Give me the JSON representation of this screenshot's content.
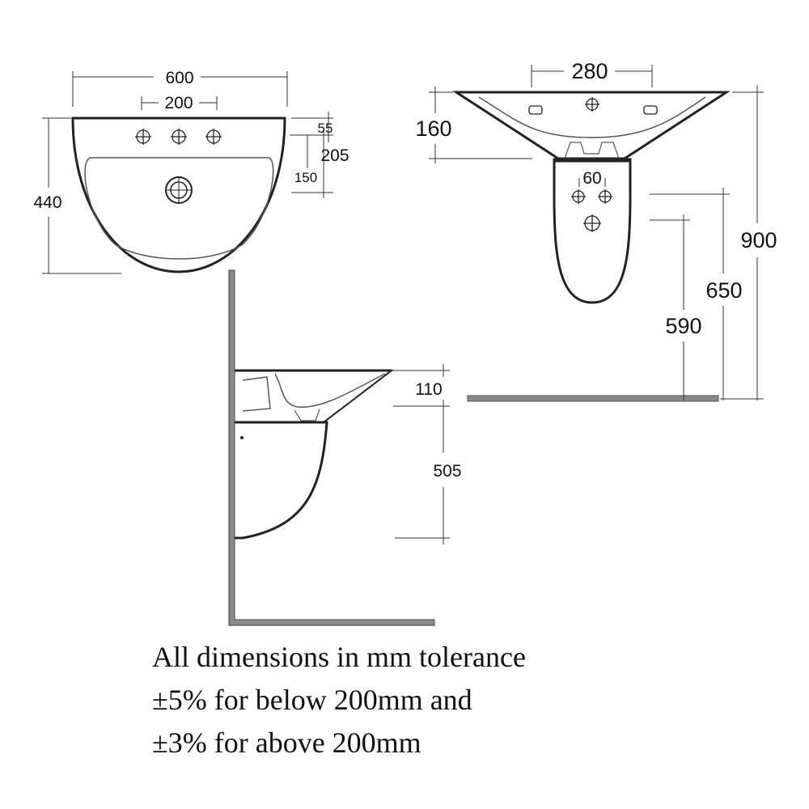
{
  "dimensions": {
    "plan": {
      "width": "600",
      "tap_spacing": "200",
      "depth": "440",
      "rim_edge": "55",
      "bowl_offset": "205",
      "tap_to_waste": "150"
    },
    "front": {
      "tap_hole_spacing": "280",
      "basin_height": "160",
      "pedestal_hole_spacing": "60",
      "overall_height": "900",
      "basin_top_height": "650",
      "pedestal_height": "590"
    },
    "side": {
      "rim_thickness": "110",
      "semi_pedestal_height": "505"
    }
  },
  "notes": [
    "All dimensions in mm tolerance",
    "±5% for below 200mm and",
    "±3% for above 200mm"
  ]
}
